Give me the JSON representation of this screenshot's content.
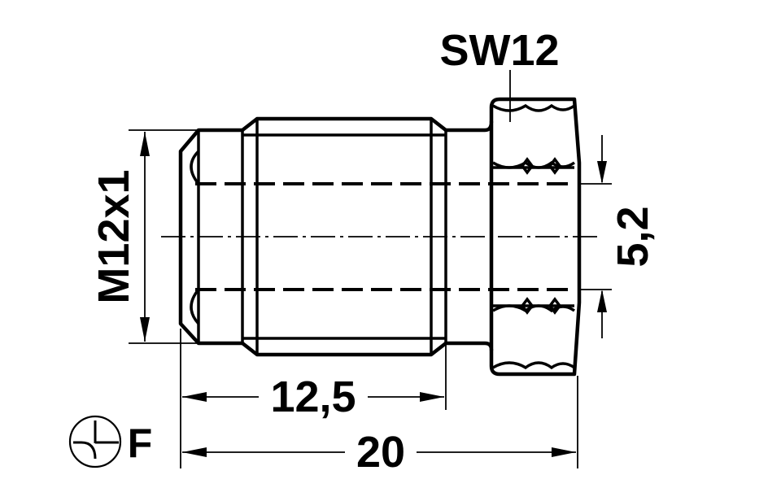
{
  "labels": {
    "hex_size": "SW12",
    "thread": "M12x1",
    "bore": "5,2",
    "thread_length": "12,5",
    "overall_length": "20",
    "form": "F"
  }
}
